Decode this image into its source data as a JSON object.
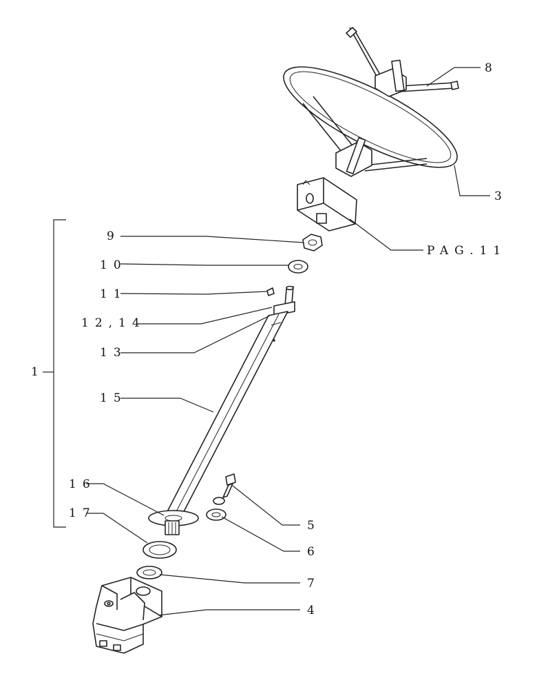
{
  "diagram": {
    "callouts": {
      "c8": "8",
      "c3": "3",
      "cpag": "PAG.11",
      "c9": "9",
      "c10": "10",
      "c11": "11",
      "c12_14": "12,14",
      "c13": "13",
      "c1": "1",
      "c15": "15",
      "c16": "16",
      "c17": "17",
      "c5": "5",
      "c6": "6",
      "c7": "7",
      "c4": "4"
    }
  }
}
